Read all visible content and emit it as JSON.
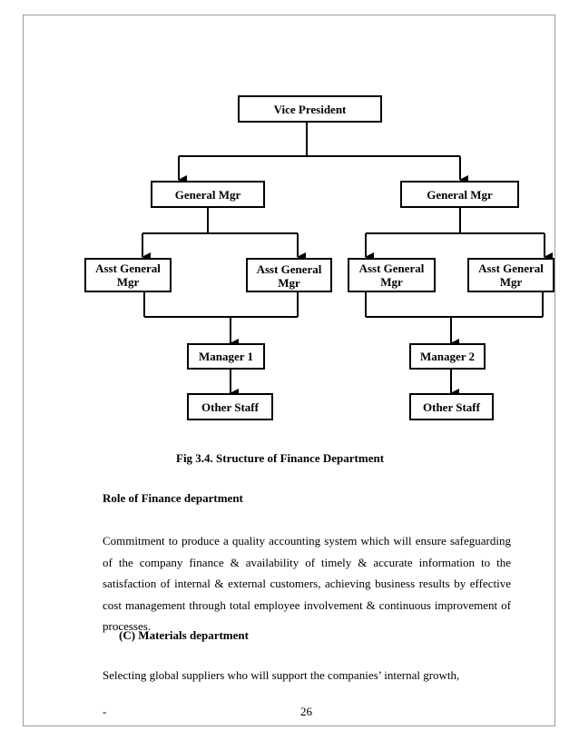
{
  "org_chart": {
    "vice_president": "Vice President",
    "general_mgr_left": "General Mgr",
    "general_mgr_right": "General Mgr",
    "asst_line1": "Asst General",
    "asst_line2": "Mgr",
    "manager_1": "Manager 1",
    "manager_2": "Manager 2",
    "other_staff_left": "Other Staff",
    "other_staff_right": "Other Staff"
  },
  "caption": "Fig 3.4. Structure of Finance Department",
  "section_heading": "Role of Finance department",
  "paragraph": "Commitment to produce a quality accounting system which will ensure safeguarding of the company finance & availability of timely & accurate information to the satisfaction of internal & external customers, achieving business results by effective cost management through total employee involvement & continuous improvement of processes.",
  "subsection_heading": "(C) Materials department",
  "paragraph2": "Selecting global suppliers who will support the companies’ internal growth,",
  "footer": {
    "dash": "-",
    "page_number": "26"
  }
}
